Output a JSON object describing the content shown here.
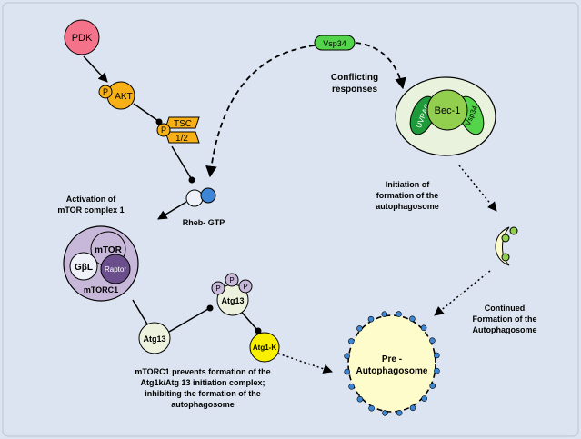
{
  "nodes": {
    "pdk": "PDK",
    "p": "P",
    "akt": "AKT",
    "tsc": "TSC",
    "tsc_12": "1/2",
    "vsp34": "Vsp34",
    "bec1": "Bec-1",
    "uvrag": "UVRAG",
    "vsp34_complex": "Vsp34",
    "rheb": "Rheb- GTP",
    "mtor": "mTOR",
    "gbl": "GβL",
    "raptor": "Raptor",
    "mtorc1": "mTORC1",
    "atg13_left": "Atg13",
    "atg13_phos": "Atg13",
    "atg1k": "Atg1-K",
    "pre_line1": "Pre -",
    "pre_line2": "Autophagosome"
  },
  "labels": {
    "conflicting": [
      "Conflicting",
      "responses"
    ],
    "activation": [
      "Activation of",
      "mTOR complex 1"
    ],
    "initiation": [
      "Initiation of",
      "formation of the",
      "autophagosome"
    ],
    "continued": [
      "Continued",
      "Formation of the",
      "Autophagosome"
    ],
    "mtorc1_prevents": [
      "mTORC1 prevents formation of the",
      "Atg1k/Atg 13 initiation complex;",
      "inhibiting the formation of the",
      "autophagosome"
    ]
  },
  "colors": {
    "background": "#dbe4f0",
    "pdk": "#f4728a",
    "akt": "#f7b116",
    "vsp34": "#54d44a",
    "bec1": "#93cf4f",
    "complex_bg": "#e9f2dc",
    "mtorc1_outer": "#c7b8d9",
    "raptor": "#6b4f8d",
    "atg13": "#edf2df",
    "atg1k": "#f8f000",
    "pre_autophagosome": "#fffccc",
    "rheb_blue": "#3d86d6"
  }
}
